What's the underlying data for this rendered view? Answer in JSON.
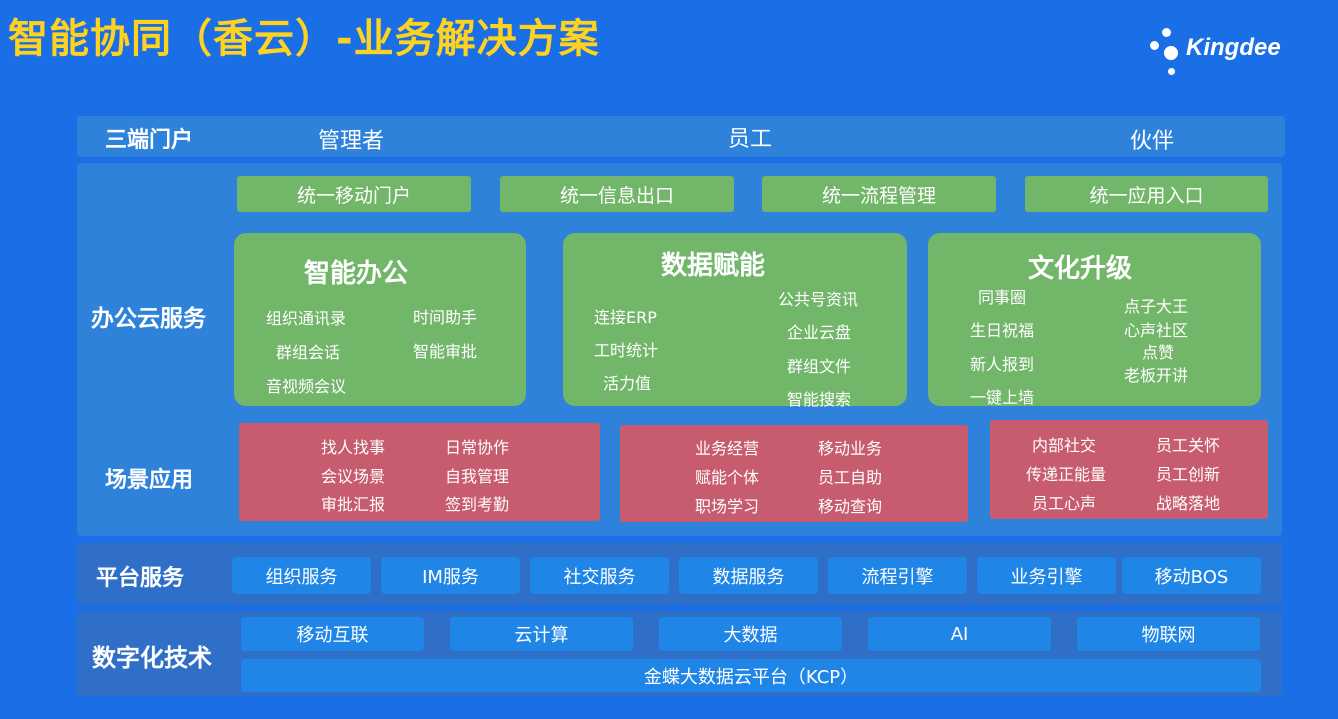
{
  "title": "智能协同（香云）-业务解决方案",
  "logo": {
    "text": "Kingdee",
    "icon": "kingdee-dots-logo"
  },
  "portal": {
    "label": "三端门户",
    "roles": [
      "管理者",
      "员工",
      "伙伴"
    ]
  },
  "office": {
    "label": "办公云服务",
    "bars": [
      "统一移动门户",
      "统一信息出口",
      "统一流程管理",
      "统一应用入口"
    ],
    "cards": [
      {
        "title": "智能办公",
        "items": [
          "组织通讯录",
          "时间助手",
          "群组会话",
          "智能审批",
          "音视频会议"
        ]
      },
      {
        "title": "数据赋能",
        "items": [
          "公共号资讯",
          "连接ERP",
          "企业云盘",
          "工时统计",
          "群组文件",
          "活力值",
          "智能搜索"
        ]
      },
      {
        "title": "文化升级",
        "items": [
          "同事圈",
          "点子大王",
          "生日祝福",
          "心声社区",
          "点赞",
          "新人报到",
          "老板开讲",
          "一键上墙"
        ]
      }
    ]
  },
  "scene": {
    "label": "场景应用",
    "cards": [
      {
        "items": [
          "找人找事",
          "日常协作",
          "会议场景",
          "自我管理",
          "审批汇报",
          "签到考勤"
        ]
      },
      {
        "items": [
          "业务经营",
          "移动业务",
          "赋能个体",
          "员工自助",
          "职场学习",
          "移动查询"
        ]
      },
      {
        "items": [
          "内部社交",
          "员工关怀",
          "传递正能量",
          "员工创新",
          "员工心声",
          "战略落地"
        ]
      }
    ]
  },
  "platform": {
    "label": "平台服务",
    "items": [
      "组织服务",
      "IM服务",
      "社交服务",
      "数据服务",
      "流程引擎",
      "业务引擎",
      "移动BOS"
    ]
  },
  "digital": {
    "label": "数字化技术",
    "items": [
      "移动互联",
      "云计算",
      "大数据",
      "AI",
      "物联网"
    ],
    "base": "金蝶大数据云平台（KCP）"
  },
  "colors": {
    "background": "#1b6fe6",
    "title": "#ffd21f",
    "green": "#72b66a",
    "red": "#c75c6e",
    "button_blue": "#1f86e8"
  }
}
